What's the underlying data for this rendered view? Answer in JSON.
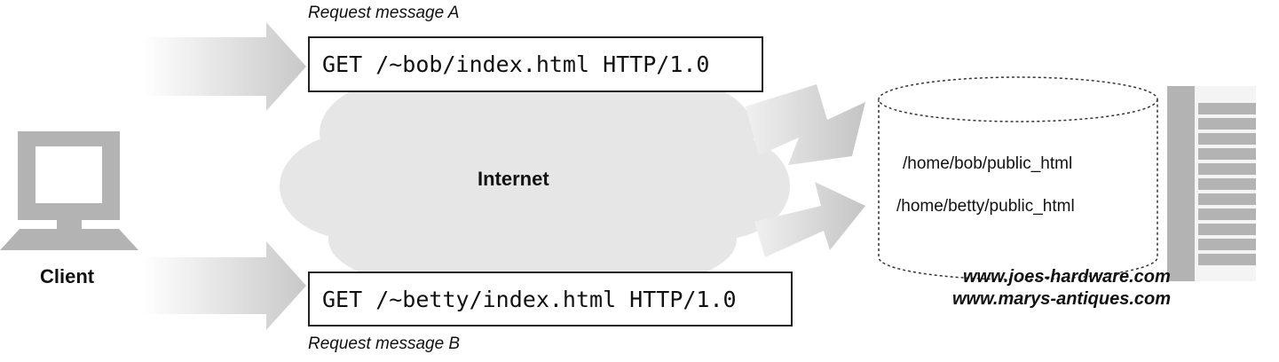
{
  "labels": {
    "request_a_caption": "Request message A",
    "request_a_line": "GET /~bob/index.html HTTP/1.0",
    "request_b_caption": "Request message B",
    "request_b_line": "GET /~betty/index.html HTTP/1.0",
    "internet": "Internet",
    "client": "Client",
    "server_paths": [
      "/home/bob/public_html",
      "/home/betty/public_html"
    ],
    "server_hosts": [
      "www.joes-hardware.com",
      "www.marys-antiques.com"
    ]
  },
  "colors": {
    "cloud": "#e6e6e6",
    "arrow_dark": "#c6c6c6",
    "device": "#b3b3b3",
    "outline": "#222222"
  },
  "icons": [
    "client-computer-icon",
    "internet-cloud-icon",
    "web-server-icon",
    "docroot-cylinder-icon"
  ]
}
